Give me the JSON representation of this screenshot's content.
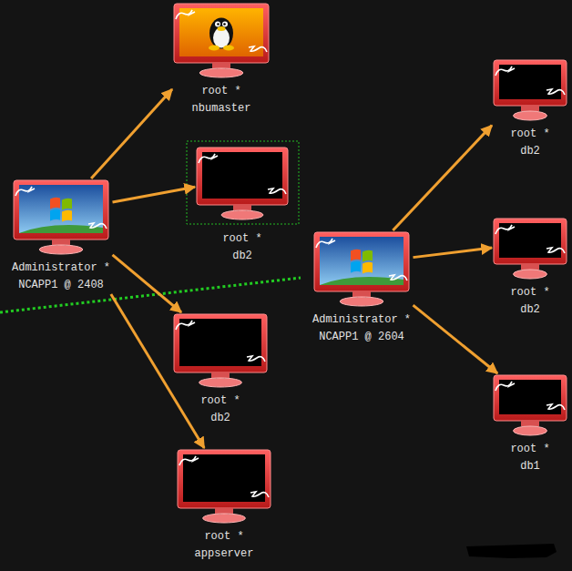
{
  "diagram": {
    "nodes": [
      {
        "text": [
          "root *",
          "nbumaster"
        ]
      },
      {
        "text": [
          "root *",
          "db2"
        ]
      },
      {
        "text": [
          "root *",
          "db2"
        ]
      },
      {
        "text": [
          "Administrator *",
          "NCAPP1 @ 2408"
        ]
      },
      {
        "text": [
          "root *",
          "db2"
        ]
      },
      {
        "text": [
          "Administrator *",
          "NCAPP1 @ 2604"
        ]
      },
      {
        "text": [
          "root *",
          "db2"
        ]
      },
      {
        "text": [
          "root *",
          "db1"
        ]
      },
      {
        "text": [
          "root *",
          "appserver"
        ]
      }
    ],
    "edges": [
      {
        "from": 3,
        "to": 0,
        "arrow": "to"
      },
      {
        "from": 3,
        "to": 2,
        "arrow": "to"
      },
      {
        "from": 3,
        "to": 6,
        "arrow": "to"
      },
      {
        "from": 3,
        "to": 8,
        "arrow": "to"
      },
      {
        "from": 5,
        "to": 1,
        "arrow": "to"
      },
      {
        "from": 5,
        "to": 4,
        "arrow": "to"
      },
      {
        "from": 5,
        "to": 7,
        "arrow": "to"
      }
    ]
  }
}
